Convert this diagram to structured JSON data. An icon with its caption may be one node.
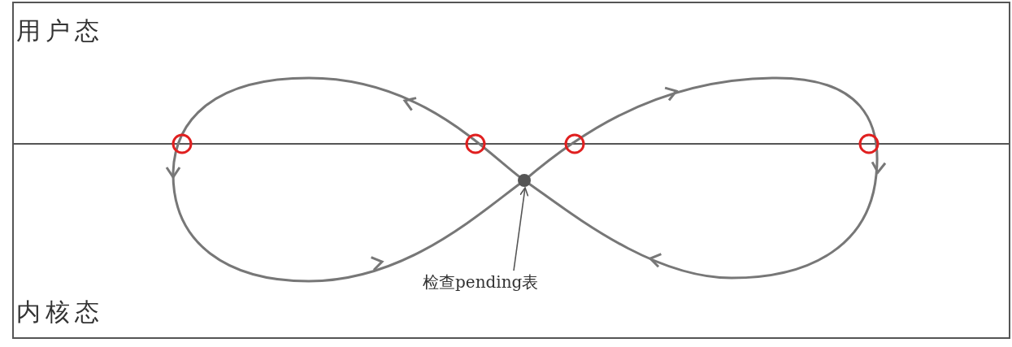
{
  "diagram": {
    "nodes": [
      {
        "text": [
          "检查pending表"
        ]
      },
      {
        "text": [],
        "shape": "circle"
      }
    ],
    "edges": [
      {
        "from": 0,
        "to": 1,
        "arrow": "to"
      }
    ],
    "labels": [
      "用户态",
      "内核态"
    ]
  }
}
